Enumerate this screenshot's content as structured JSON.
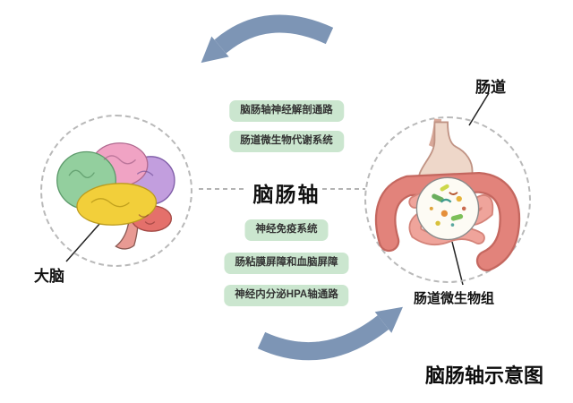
{
  "diagram": {
    "center_label": "脑肠轴",
    "caption": "脑肠轴示意图",
    "top_pathways": [
      "脑肠轴神经解剖通路",
      "肠道微生物代谢系统"
    ],
    "bottom_pathways": [
      "神经免疫系统",
      "肠粘膜屏障和血脑屏障",
      "神经内分泌HPA轴通路"
    ],
    "labels": {
      "brain": "大脑",
      "gut": "肠道",
      "gut_microbiome": "肠道微生物组"
    },
    "colors": {
      "pathway_box_bg": "#cbe6cf",
      "arrow": "#7d95b5",
      "brain_frontal": "#93cf9e",
      "brain_parietal": "#f0a3c4",
      "brain_occipital": "#c29ede",
      "brain_temporal": "#f2cf3a",
      "brain_cerebellum": "#e4706b",
      "intestine": "#e2837b",
      "stomach": "#eed7c9"
    }
  }
}
